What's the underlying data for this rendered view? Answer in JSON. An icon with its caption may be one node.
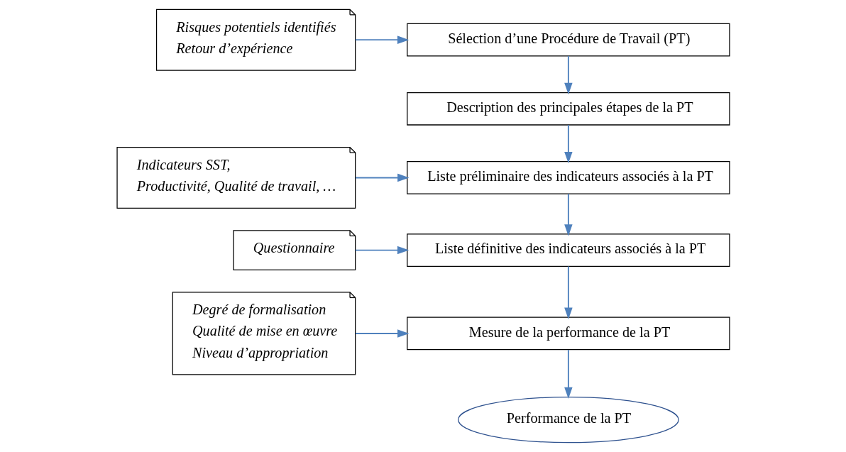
{
  "diagram": {
    "nodes": [
      {
        "text": [
          "Sélection d’une Procédure de Travail (PT)"
        ]
      },
      {
        "text": [
          "Description des principales étapes de la PT"
        ]
      },
      {
        "text": [
          "Liste préliminaire des indicateurs associés à la PT"
        ]
      },
      {
        "text": [
          "Liste définitive des indicateurs associés à la PT"
        ]
      },
      {
        "text": [
          "Mesure de la performance de la PT"
        ]
      },
      {
        "text": [
          "Performance de la PT"
        ]
      },
      {
        "text": [
          "Risques potentiels identifiés",
          "Retour d’expérience"
        ]
      },
      {
        "text": [
          "Indicateurs SST,",
          "Productivité, Qualité de travail, …"
        ]
      },
      {
        "text": [
          "Questionnaire"
        ]
      },
      {
        "text": [
          "Degré de formalisation",
          "Qualité de mise en œuvre",
          "Niveau d’appropriation"
        ]
      }
    ],
    "edges": [
      {
        "from": 0,
        "to": 1,
        "arrow": "to"
      },
      {
        "from": 1,
        "to": 2,
        "arrow": "to"
      },
      {
        "from": 2,
        "to": 3,
        "arrow": "to"
      },
      {
        "from": 3,
        "to": 4,
        "arrow": "to"
      },
      {
        "from": 4,
        "to": 5,
        "arrow": "to"
      },
      {
        "from": 6,
        "to": 0,
        "arrow": "to"
      },
      {
        "from": 7,
        "to": 2,
        "arrow": "to"
      },
      {
        "from": 8,
        "to": 3,
        "arrow": "to"
      },
      {
        "from": 9,
        "to": 4,
        "arrow": "to"
      }
    ]
  }
}
